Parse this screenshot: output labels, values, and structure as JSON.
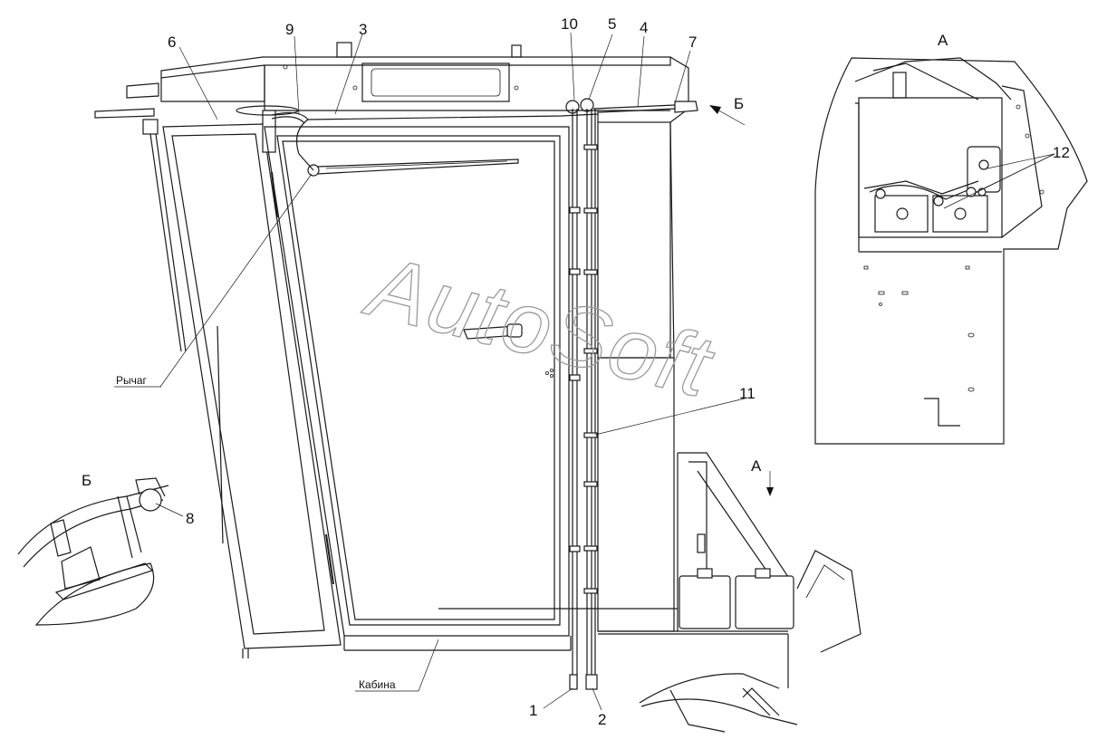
{
  "watermark": "AutoSoft",
  "views": {
    "detail_a": "А",
    "detail_b": "Б",
    "arrow_a": "А",
    "arrow_b": "Б"
  },
  "labels": {
    "lever": "Рычаг",
    "cabin": "Кабина"
  },
  "callouts": [
    "1",
    "2",
    "3",
    "4",
    "5",
    "6",
    "7",
    "8",
    "9",
    "10",
    "11",
    "12"
  ]
}
